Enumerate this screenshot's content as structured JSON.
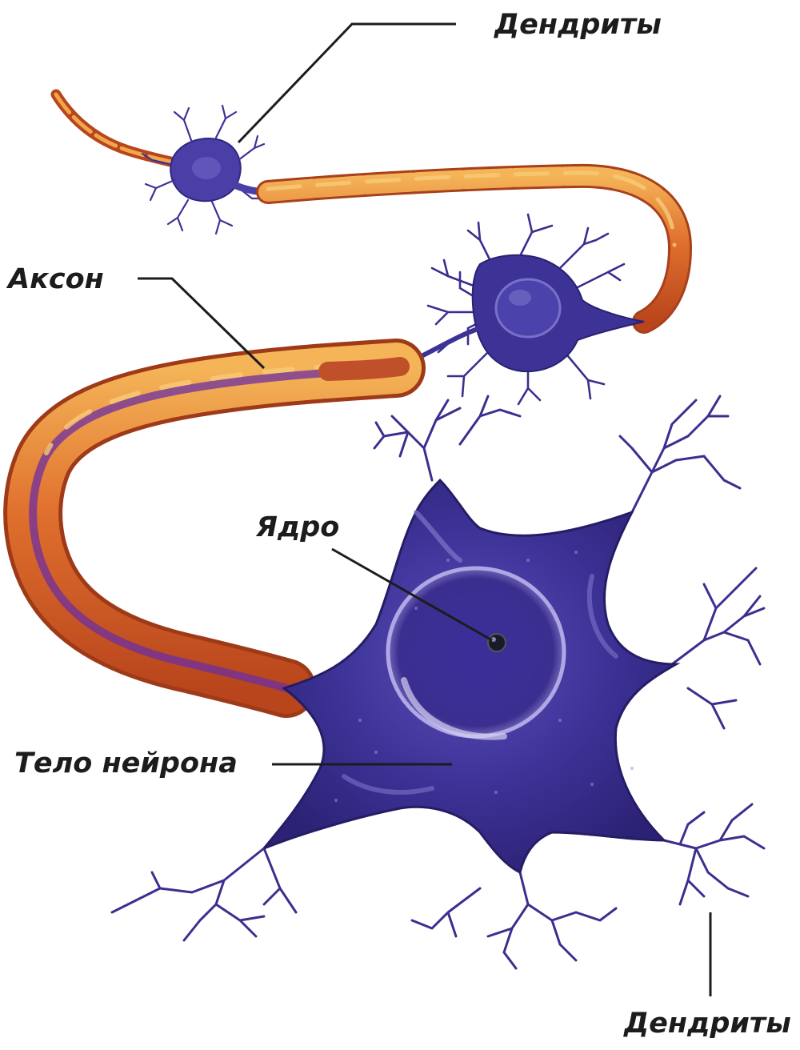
{
  "labels": {
    "dendrites_top": "Дендриты",
    "axon": "Аксон",
    "nucleus": "Ядро",
    "cell_body": "Тело нейрона",
    "dendrites_bottom": "Дендриты"
  },
  "colors": {
    "neuron_body": "#3a2f8f",
    "neuron_highlight": "#7e74c9",
    "myelin": "#d9652a",
    "myelin_light": "#f0a64a",
    "axon_core": "#6e2fa0",
    "leader_line": "#1c1c1c"
  }
}
